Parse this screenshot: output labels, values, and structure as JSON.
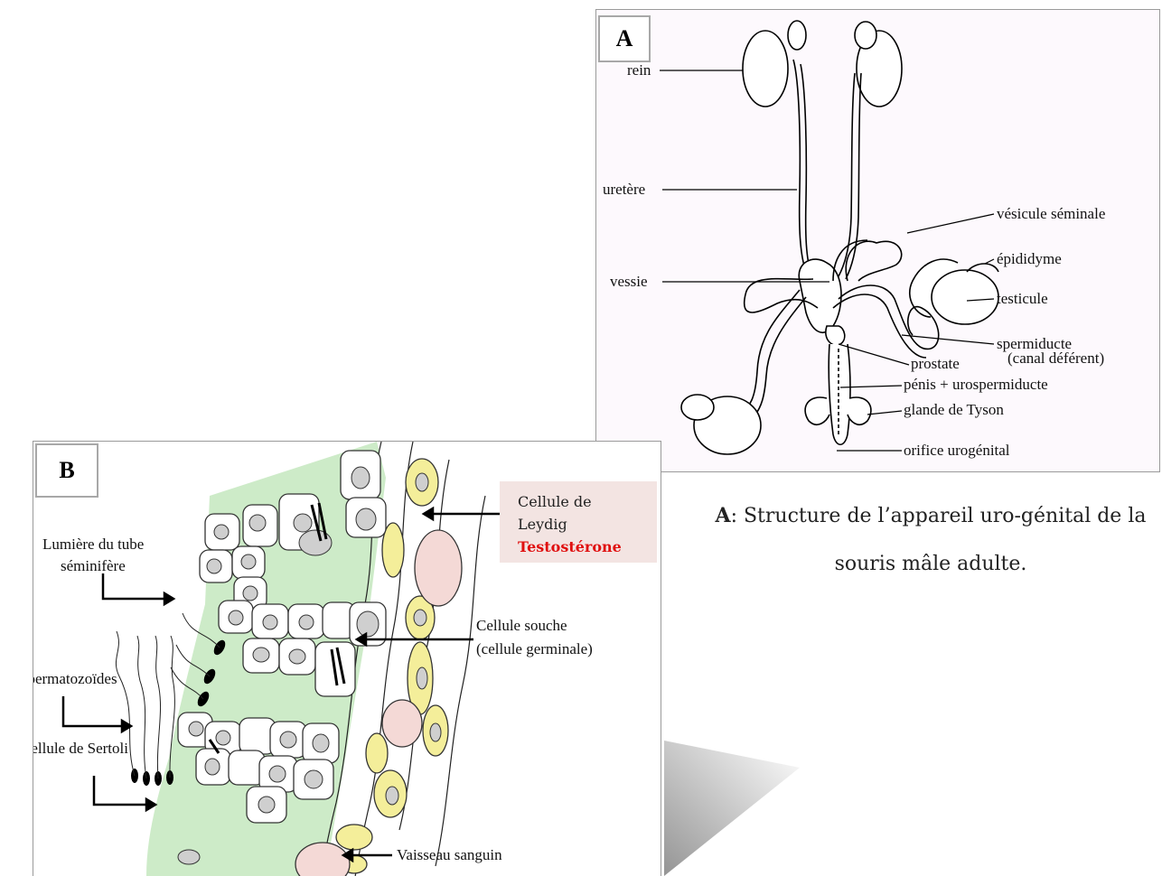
{
  "panel_a": {
    "letter": "A",
    "labels": {
      "rein": "rein",
      "uretere": "uretère",
      "vessie": "vessie",
      "vesicule": "vésicule séminale",
      "epididyme": "épididyme",
      "testicule": "testicule",
      "spermiducte": "spermiducte",
      "canal": "(canal déférent)",
      "prostate": "prostate",
      "penis": "pénis + urospermiducte",
      "tyson": "glande de Tyson",
      "orifice": "orifice urogénital"
    }
  },
  "caption": {
    "bold": "A",
    "text": ": Structure de l’appareil uro-génital de la souris mâle adulte."
  },
  "panel_b": {
    "letter": "B",
    "labels": {
      "lumiere_1": "Lumière du tube",
      "lumiere_2": "séminifère",
      "spermato": "Spermatozoïdes",
      "sertoli": "Cellule de Sertoli",
      "souche_1": "Cellule souche",
      "souche_2": "(cellule germinale)",
      "vaisseau": "Vaisseau sanguin"
    },
    "leydig_box": {
      "line1": "Cellule de",
      "line2": "Leydig",
      "hormone": "Testostérone"
    }
  },
  "colors": {
    "tubule_green": "#cdebc8",
    "leydig_yellow": "#f4ee9a",
    "vessel_pink": "#f4d9d6",
    "hormone_red": "#e01010",
    "leydig_box_bg": "#f3e4e2"
  }
}
